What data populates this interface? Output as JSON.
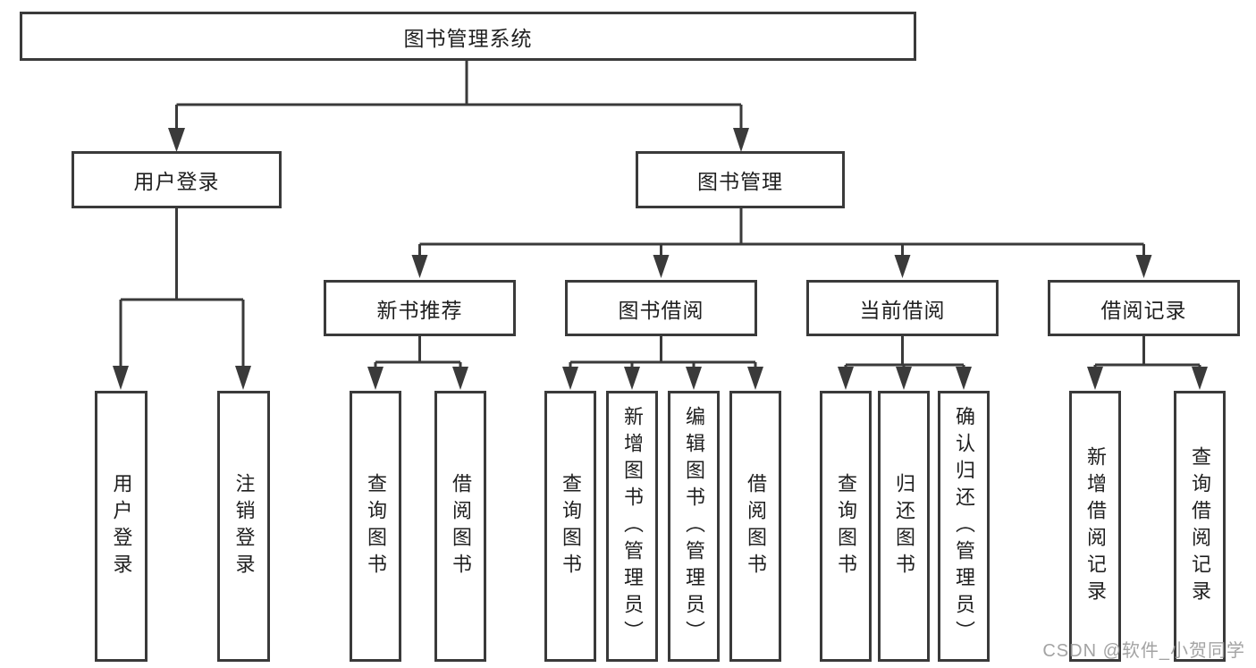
{
  "diagram": {
    "type": "functional-structure-tree",
    "colors": {
      "line": "#3a3a3a",
      "box_border": "#3a3a3a",
      "text": "#1f1f1f",
      "watermark": "#969696",
      "background": "#ffffff"
    },
    "tree": {
      "label": "图书管理系统",
      "children": [
        {
          "label": "用户登录",
          "children": [
            {
              "label": "用户登录"
            },
            {
              "label": "注销登录"
            }
          ]
        },
        {
          "label": "图书管理",
          "children": [
            {
              "label": "新书推荐",
              "children": [
                {
                  "label": "查询图书"
                },
                {
                  "label": "借阅图书"
                }
              ]
            },
            {
              "label": "图书借阅",
              "children": [
                {
                  "label": "查询图书"
                },
                {
                  "label": "新增图书（管理员）"
                },
                {
                  "label": "编辑图书（管理员）"
                },
                {
                  "label": "借阅图书"
                }
              ]
            },
            {
              "label": "当前借阅",
              "children": [
                {
                  "label": "查询图书"
                },
                {
                  "label": "归还图书"
                },
                {
                  "label": "确认归还（管理员）"
                }
              ]
            },
            {
              "label": "借阅记录",
              "children": [
                {
                  "label": "新增借阅记录"
                },
                {
                  "label": "查询借阅记录"
                }
              ]
            }
          ]
        }
      ]
    },
    "watermark": "CSDN @软件_小贺同学"
  }
}
